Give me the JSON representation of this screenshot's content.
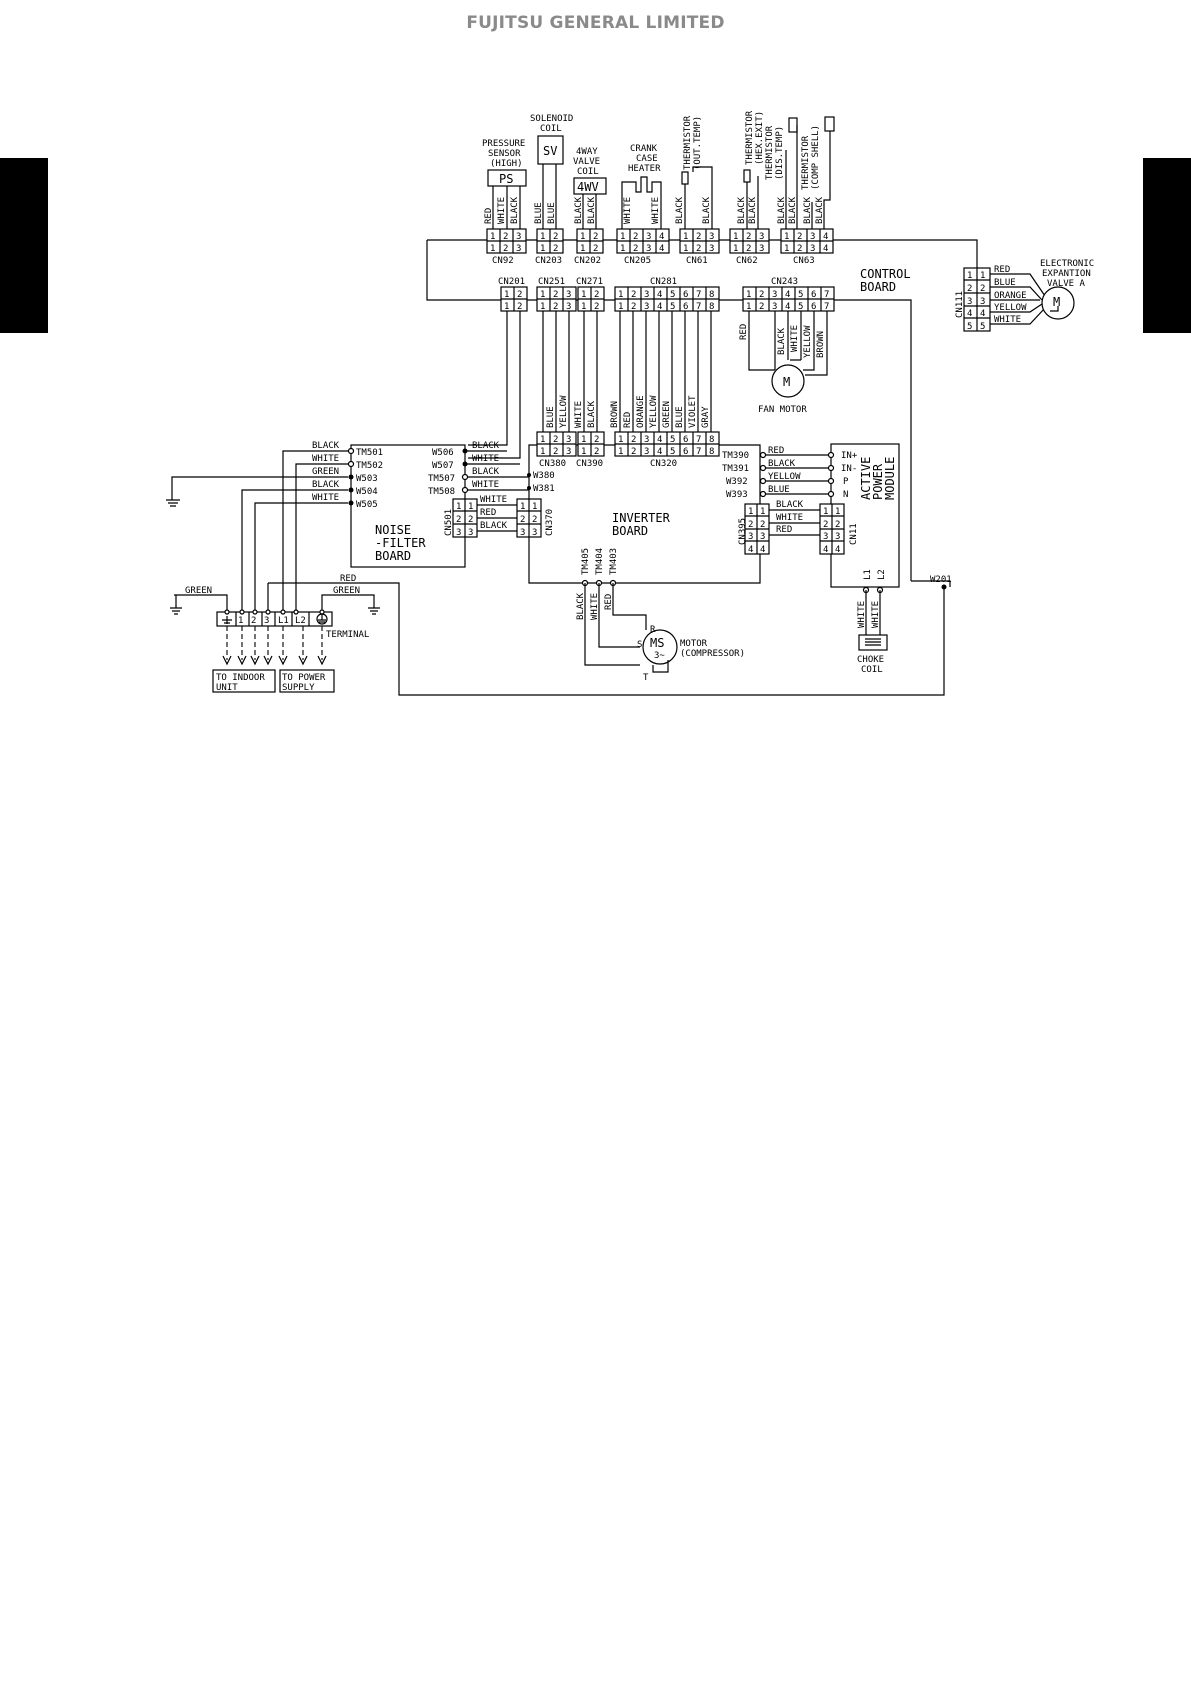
{
  "header": "FUJITSU GENERAL LIMITED",
  "boards": {
    "control": [
      "CONTROL",
      "BOARD"
    ],
    "inverter": [
      "INVERTER",
      "BOARD"
    ],
    "noise": [
      "NOISE",
      "-FILTER",
      "BOARD"
    ],
    "apm": [
      "ACTIVE",
      "POWER",
      "MODULE"
    ]
  },
  "components": {
    "pressure_sensor": [
      "PRESSURE",
      "SENSOR",
      "(HIGH)"
    ],
    "ps": "PS",
    "solenoid": [
      "SOLENOID",
      "COIL"
    ],
    "sv": "SV",
    "fourway": [
      "4WAY",
      "VALVE",
      "COIL"
    ],
    "fourwv": "4WV",
    "crank": [
      "CRANK",
      "CASE",
      "HEATER"
    ],
    "th_out": [
      "THERMISTOR",
      "(OUT.TEMP)"
    ],
    "th_hex": [
      "THERMISTOR",
      "(HEX.EXIT)"
    ],
    "th_dis": [
      "THERMISTOR",
      "(DIS.TEMP)"
    ],
    "th_comp": [
      "THERMISTOR",
      "(COMP SHELL)"
    ],
    "eev": [
      "ELECTRONIC",
      "EXPANTION",
      "VALVE A"
    ],
    "m": "M",
    "fan_motor": "FAN MOTOR",
    "compressor": [
      "MOTOR",
      "(COMPRESSOR)"
    ],
    "ms": "MS",
    "ms3": "3~",
    "choke": [
      "CHOKE",
      "COIL"
    ],
    "terminal": "TERMINAL",
    "to_indoor": [
      "TO INDOOR",
      "UNIT"
    ],
    "to_power": [
      "TO POWER",
      "SUPPLY"
    ]
  },
  "connectors": {
    "top": [
      "CN92",
      "CN203",
      "CN202",
      "CN205",
      "CN61",
      "CN62",
      "CN63"
    ],
    "upper": [
      "CN201",
      "CN251",
      "CN271",
      "CN281",
      "CN243"
    ],
    "inverter": [
      "CN380",
      "CN390",
      "CN320"
    ],
    "cn111": "CN111",
    "cn501": "CN501",
    "cn370": "CN370",
    "cn395": "CN395",
    "cn11": "CN11"
  },
  "pins": {
    "p1": "1",
    "p2": "2",
    "p3": "3",
    "p4": "4",
    "p5": "5",
    "p6": "6",
    "p7": "7",
    "p8": "8",
    "l1": "L1",
    "l2": "L2",
    "in_plus": "IN+",
    "in_minus": "IN-",
    "p": "P",
    "n": "N",
    "r": "R",
    "s": "S",
    "t": "T"
  },
  "terminals": {
    "nf_left": [
      "TM501",
      "TM502",
      "W503",
      "W504",
      "W505"
    ],
    "nf_right": [
      "W506",
      "W507",
      "TM507",
      "TM508"
    ],
    "inv_w": [
      "W380",
      "W381"
    ],
    "inv_tm": [
      "TM390",
      "TM391",
      "W392",
      "W393"
    ],
    "comp": [
      "TM405",
      "TM404",
      "TM403"
    ],
    "w201": "W201"
  },
  "colors": {
    "red": "RED",
    "white": "WHITE",
    "black": "BLACK",
    "blue": "BLUE",
    "green": "GREEN",
    "yellow": "YELLOW",
    "orange": "ORANGE",
    "brown": "BROWN",
    "violet": "VIOLET",
    "gray": "GRAY"
  }
}
